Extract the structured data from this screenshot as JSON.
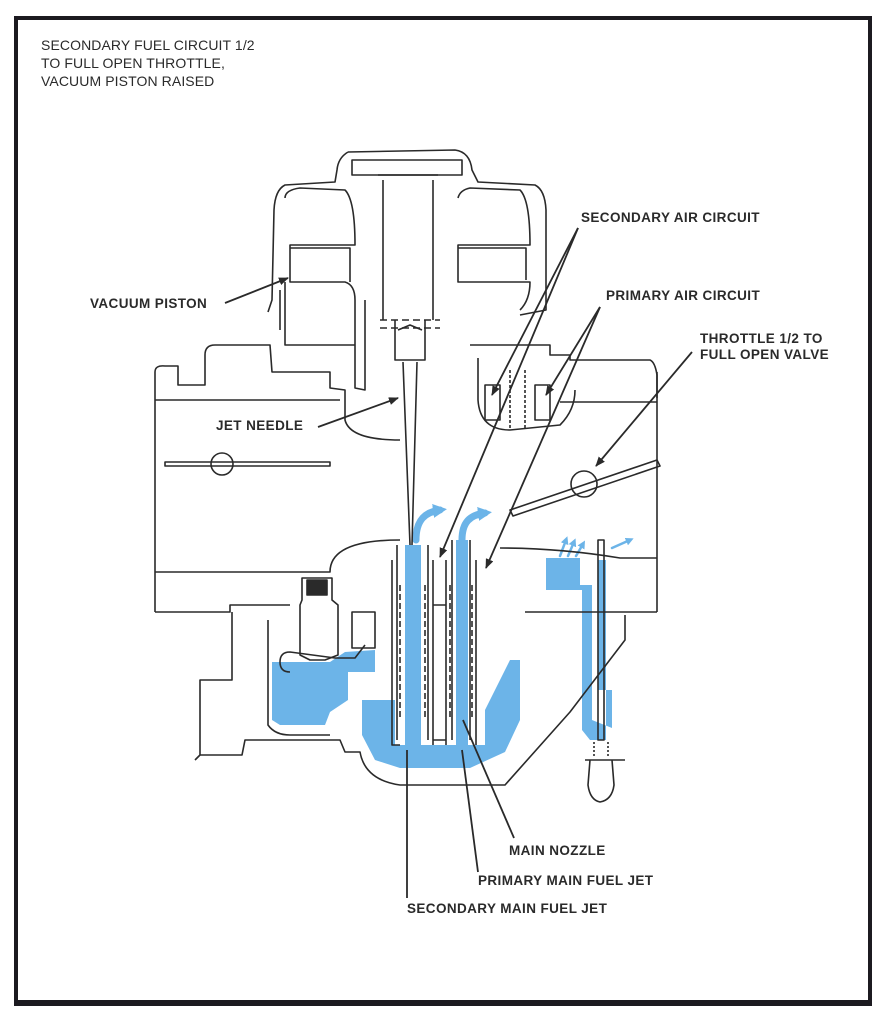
{
  "caption": {
    "lines": [
      "SECONDARY FUEL CIRCUIT 1/2",
      "TO FULL OPEN THROTTLE,",
      "VACUUM PISTON RAISED"
    ]
  },
  "labels": {
    "secondary_air_circuit": "SECONDARY AIR CIRCUIT",
    "primary_air_circuit": "PRIMARY AIR CIRCUIT",
    "throttle_valve_line1": "THROTTLE 1/2 TO",
    "throttle_valve_line2": "FULL OPEN VALVE",
    "vacuum_piston": "VACUUM PISTON",
    "jet_needle": "JET NEEDLE",
    "main_nozzle": "MAIN NOZZLE",
    "primary_main_fuel_jet": "PRIMARY MAIN FUEL JET",
    "secondary_main_fuel_jet": "SECONDARY MAIN FUEL JET"
  },
  "colors": {
    "fuel": "#6cb4e8",
    "line": "#2a2a2a",
    "frame": "#1c1a20"
  }
}
